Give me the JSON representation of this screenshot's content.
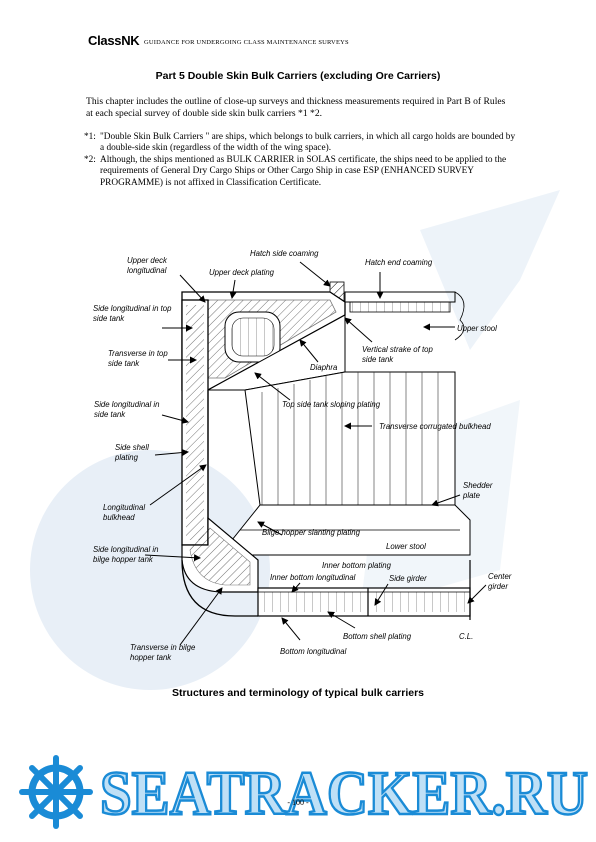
{
  "header": {
    "brand": "ClassNK",
    "subtitle": "GUIDANCE FOR UNDERGOING CLASS MAINTENANCE SURVEYS"
  },
  "part_title": "Part 5  Double Skin Bulk Carriers (excluding Ore Carriers)",
  "intro_text": "This chapter includes the outline of close-up surveys and thickness measurements required in Part B of Rules at each special survey of double side skin bulk carriers *1 *2.",
  "notes": [
    {
      "mark": "*1:",
      "text": "\"Double Skin Bulk Carriers \" are ships, which belongs to bulk carriers, in which all cargo holds are bounded by a double-side skin (regardless of the width of the wing space)."
    },
    {
      "mark": "*2:",
      "text": "Although, the ships mentioned as BULK CARRIER in SOLAS certificate, the ships need to be applied to the requirements of General Dry Cargo Ships or Other Cargo Ship in case ESP (ENHANCED SURVEY PROGRAMME) is not affixed in Classification Certificate."
    }
  ],
  "diagram": {
    "labels": {
      "upper_deck_longitudinal": "Upper deck longitudinal",
      "hatch_side_coaming": "Hatch side coaming",
      "upper_deck_plating": "Upper deck plating",
      "hatch_end_coaming": "Hatch end coaming",
      "side_longitudinal_top_side_tank": "Side longitudinal in top side tank",
      "upper_stool": "Upper stool",
      "transverse_top_side_tank": "Transverse in top side tank",
      "vertical_strake": "Vertical strake of top side tank",
      "diaphra": "Diaphra",
      "top_side_tank_sloping_plating": "Top side tank sloping plating",
      "side_longitudinal_side_tank": "Side longitudinal in side tank",
      "transverse_corrugated_bulkhead": "Transverse corrugated bulkhead",
      "side_shell_plating": "Side shell plating",
      "shedder_plate": "Shedder plate",
      "longitudinal_bulkhead": "Longitudinal bulkhead",
      "bilge_hopper_slanting_plating": "Bilge hopper slanting plating",
      "lower_stool": "Lower stool",
      "side_longitudinal_bilge_hopper": "Side longitudinal in bilge hopper tank",
      "inner_bottom_plating": "Inner bottom plating",
      "inner_bottom_longitudinal": "Inner bottom longitudinal",
      "side_girder": "Side girder",
      "center_girder": "Center girder",
      "transverse_bilge_hopper": "Transverse in bilge hopper tank",
      "bottom_shell_plating": "Bottom shell plating",
      "cl": "C.L.",
      "bottom_longitudinal": "Bottom longitudinal"
    }
  },
  "caption": "Structures and terminology of typical bulk carriers",
  "watermark": "SEATRACKER.RU",
  "page_number": "- 100 -"
}
